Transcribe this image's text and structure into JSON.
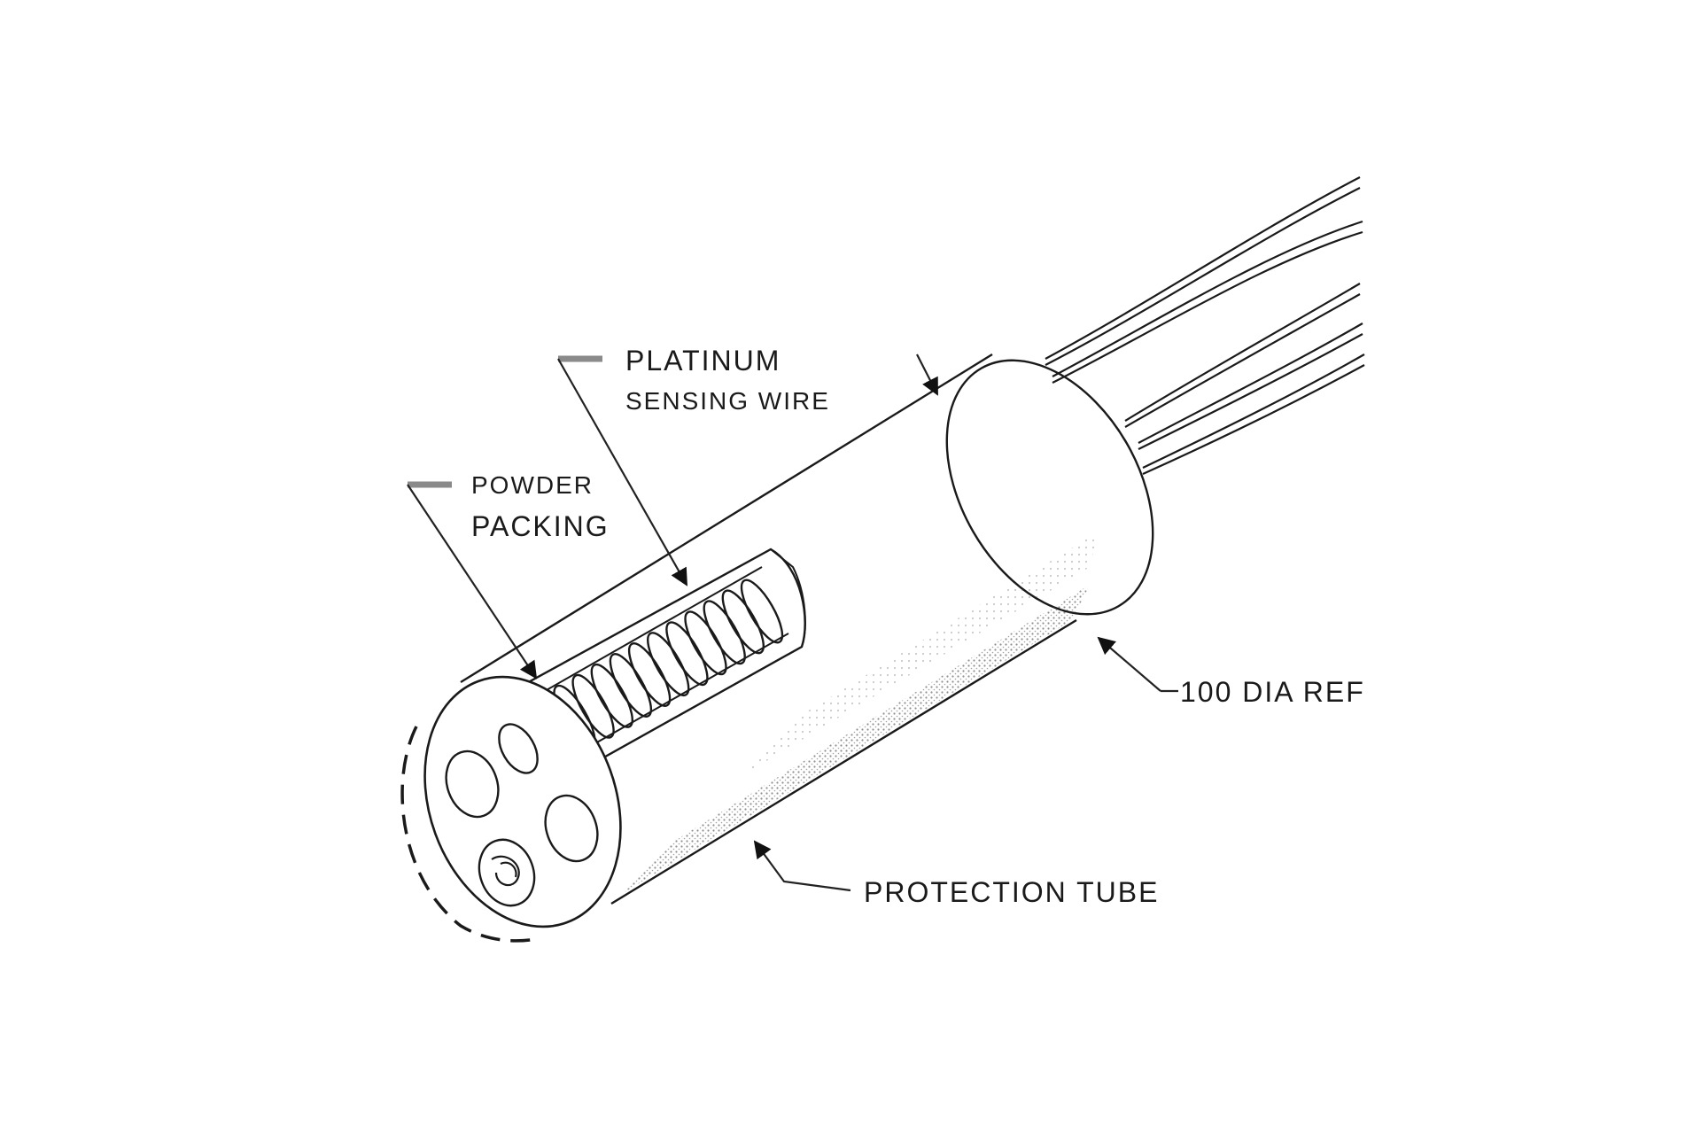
{
  "labels": {
    "platinum_line1": "PLATINUM",
    "platinum_line2": "SENSING WIRE",
    "powder_line1": "POWDER",
    "powder_line2": "PACKING",
    "diameter": "100 DIA REF",
    "protection_tube": "PROTECTION TUBE"
  },
  "colors": {
    "ink": "#1a1a1a",
    "background": "#ffffff",
    "leader_tab": "#8a8a8a"
  }
}
